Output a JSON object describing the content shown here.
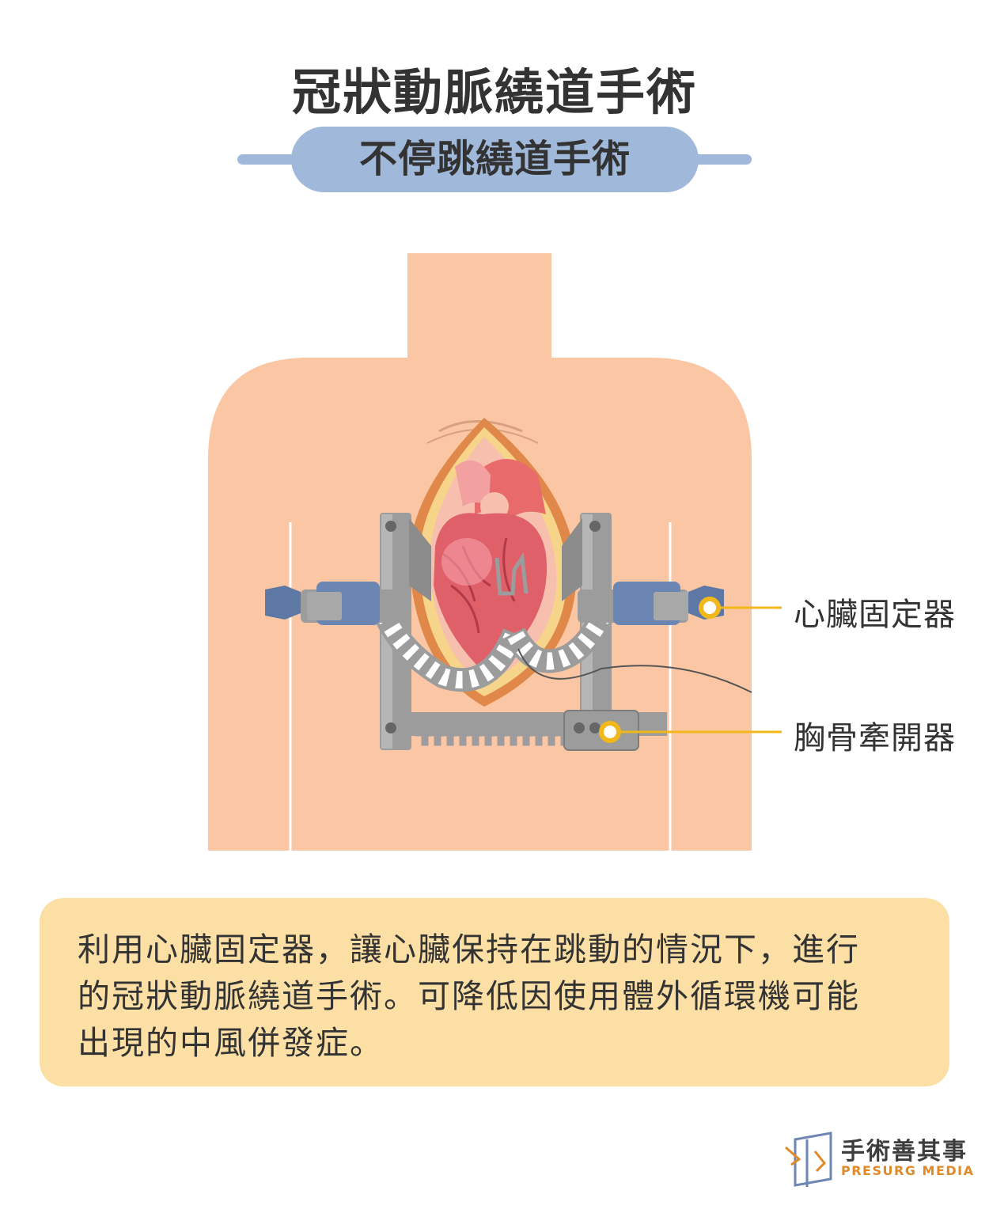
{
  "header": {
    "title": "冠狀動脈繞道手術",
    "subtitle": "不停跳繞道手術"
  },
  "labels": {
    "heart_stabilizer": "心臟固定器",
    "sternal_retractor": "胸骨牽開器"
  },
  "caption": {
    "line1": "利用心臟固定器，讓心臟保持在跳動的情況下，進行",
    "line2": "的冠狀動脈繞道手術。可降低因使用體外循環機可能",
    "line3": "出現的中風併發症。"
  },
  "logo": {
    "name_cn": "手術善其事",
    "name_en": "PRESURG MEDIA"
  },
  "colors": {
    "skin": "#fbc6a3",
    "accent_blue": "#a0b8da",
    "heart": "#e0606a",
    "metal": "#9c9c9c",
    "stabilizer_blue": "#5e78a6",
    "callout_yellow": "#f0b81a",
    "caption_bg": "#fbdfa5"
  }
}
